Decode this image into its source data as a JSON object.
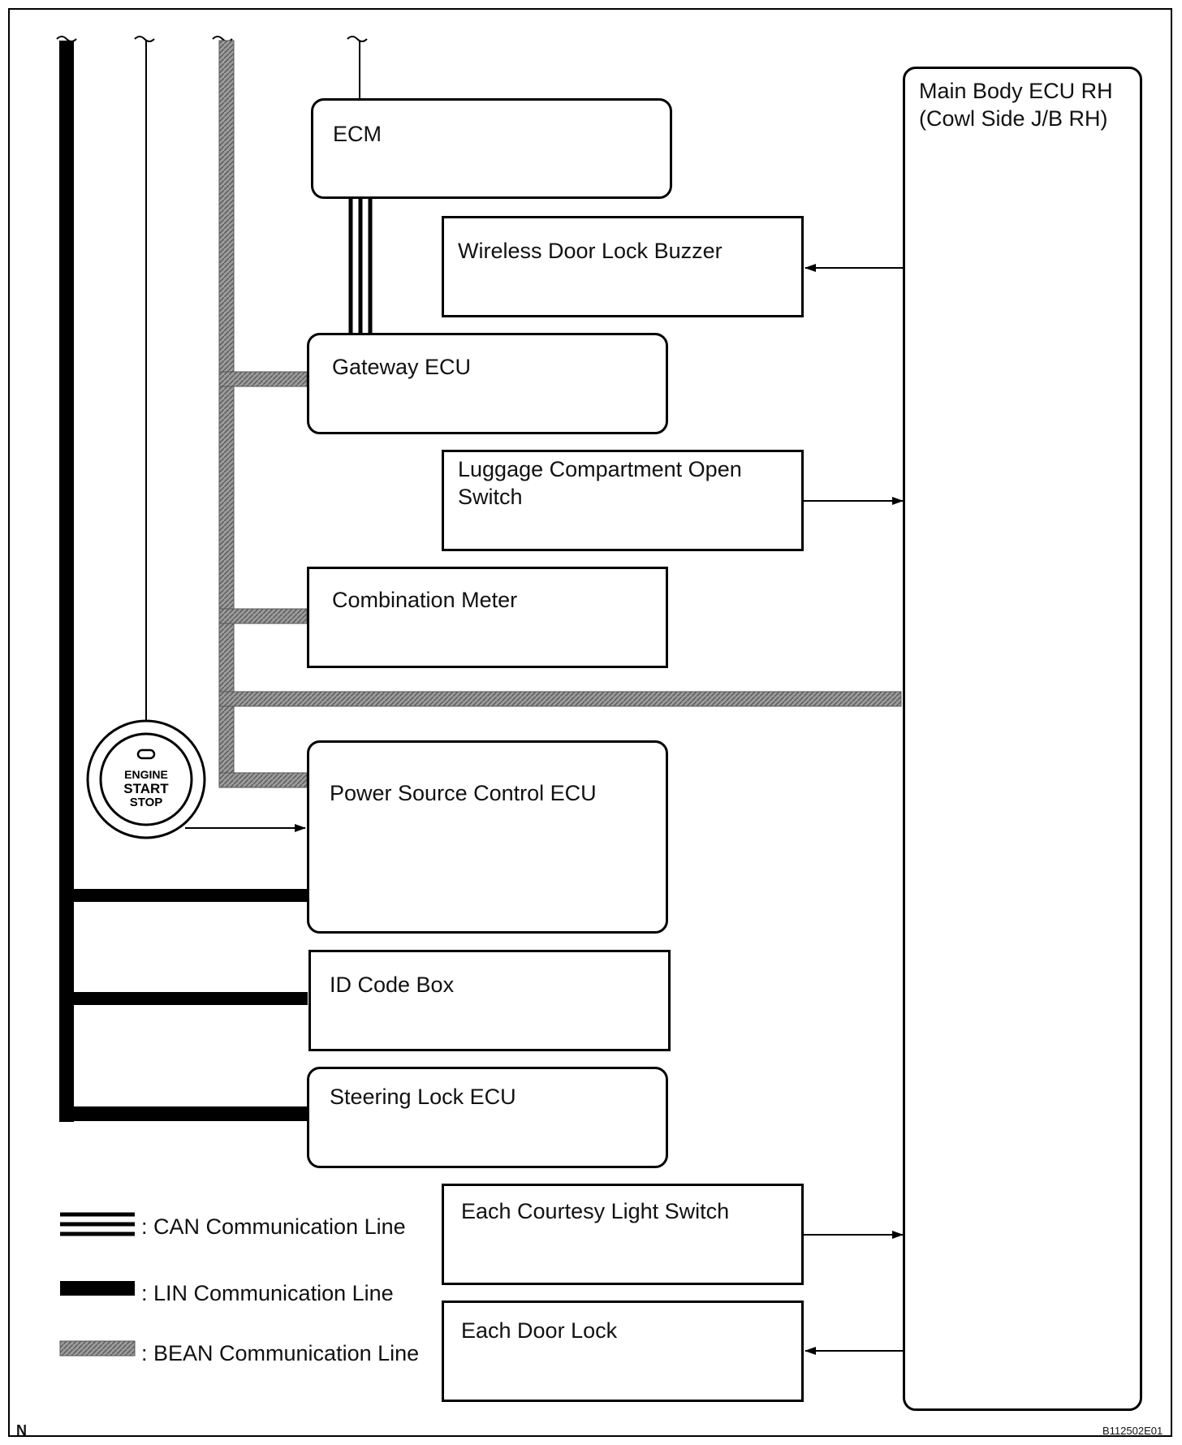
{
  "diagram": {
    "boxes": {
      "main_body": "Main Body ECU RH\n(Cowl Side J/B RH)",
      "ecm": "ECM",
      "wireless_buzzer": "Wireless Door Lock Buzzer",
      "gateway": "Gateway ECU",
      "luggage_switch": "Luggage Compartment Open\nSwitch",
      "combination_meter": "Combination Meter",
      "power_source": "Power Source Control ECU",
      "id_code_box": "ID Code Box",
      "steering_lock": "Steering Lock ECU",
      "courtesy_switch": "Each Courtesy Light Switch",
      "door_lock": "Each Door Lock"
    },
    "start_button": {
      "line1": "ENGINE",
      "line2": "START",
      "line3": "STOP"
    },
    "legend": {
      "can": ": CAN Communication Line",
      "lin": ": LIN Communication Line",
      "bean": ": BEAN Communication Line"
    },
    "corner_letter": "N",
    "figure_code": "B112502E01"
  }
}
